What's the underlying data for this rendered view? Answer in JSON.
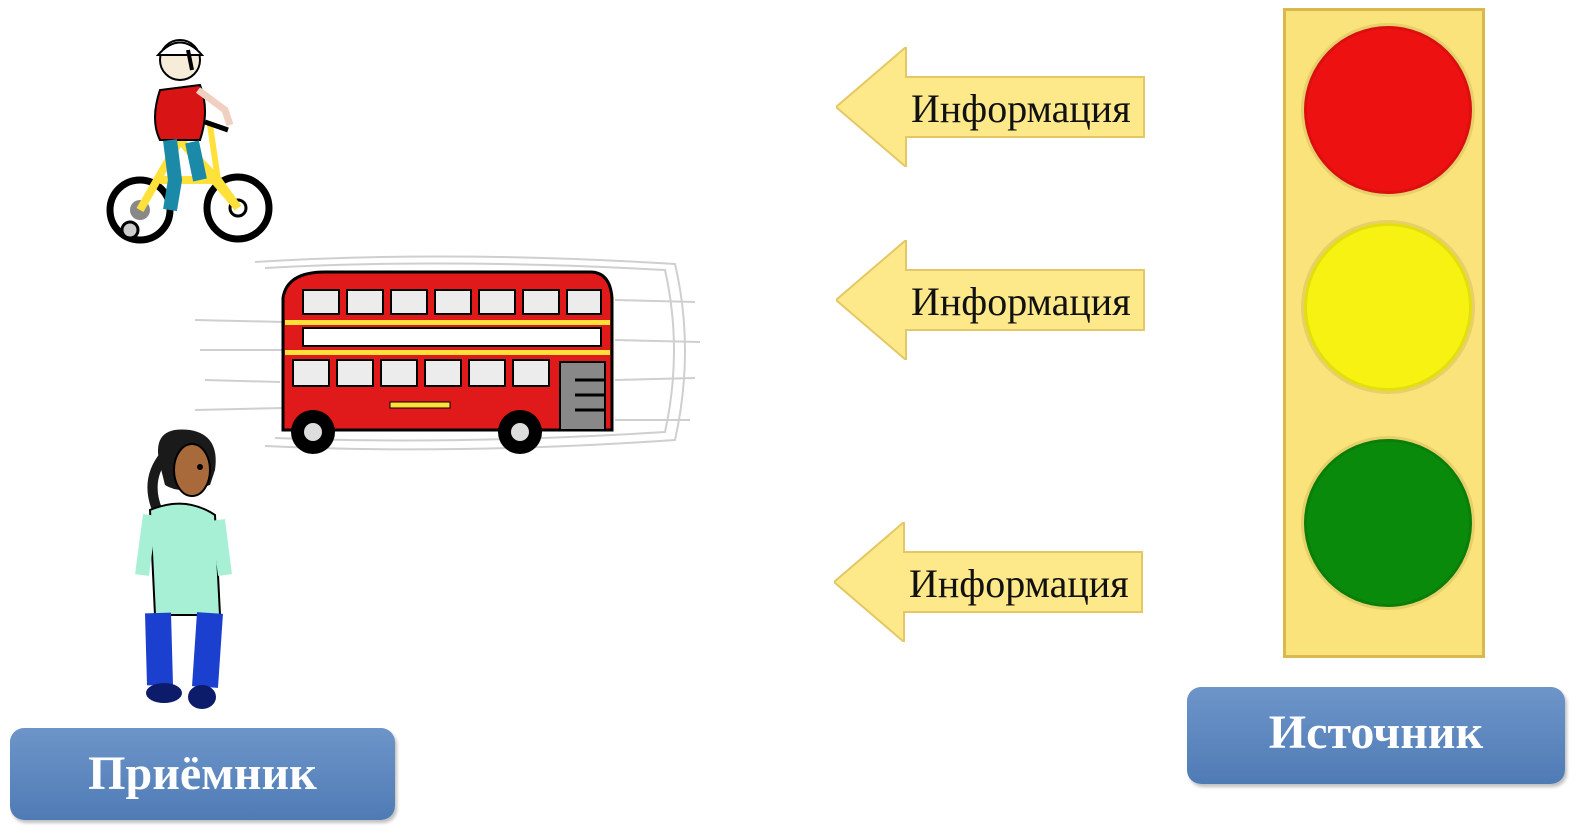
{
  "arrows": [
    {
      "label": "Информация"
    },
    {
      "label": "Информация"
    },
    {
      "label": "Информация"
    }
  ],
  "receiver": {
    "label": "Приёмник"
  },
  "source": {
    "label": "Источник"
  },
  "traffic_light": {
    "lamps": [
      {
        "name": "red",
        "color": "#ee1111"
      },
      {
        "name": "yellow",
        "color": "#f7f211"
      },
      {
        "name": "green",
        "color": "#0a8a0a"
      }
    ],
    "housing_color": "#fbe37b"
  },
  "colors": {
    "arrow_fill": "#fde98a",
    "badge": "#5a86bf",
    "bus_red": "#e01a1a"
  }
}
